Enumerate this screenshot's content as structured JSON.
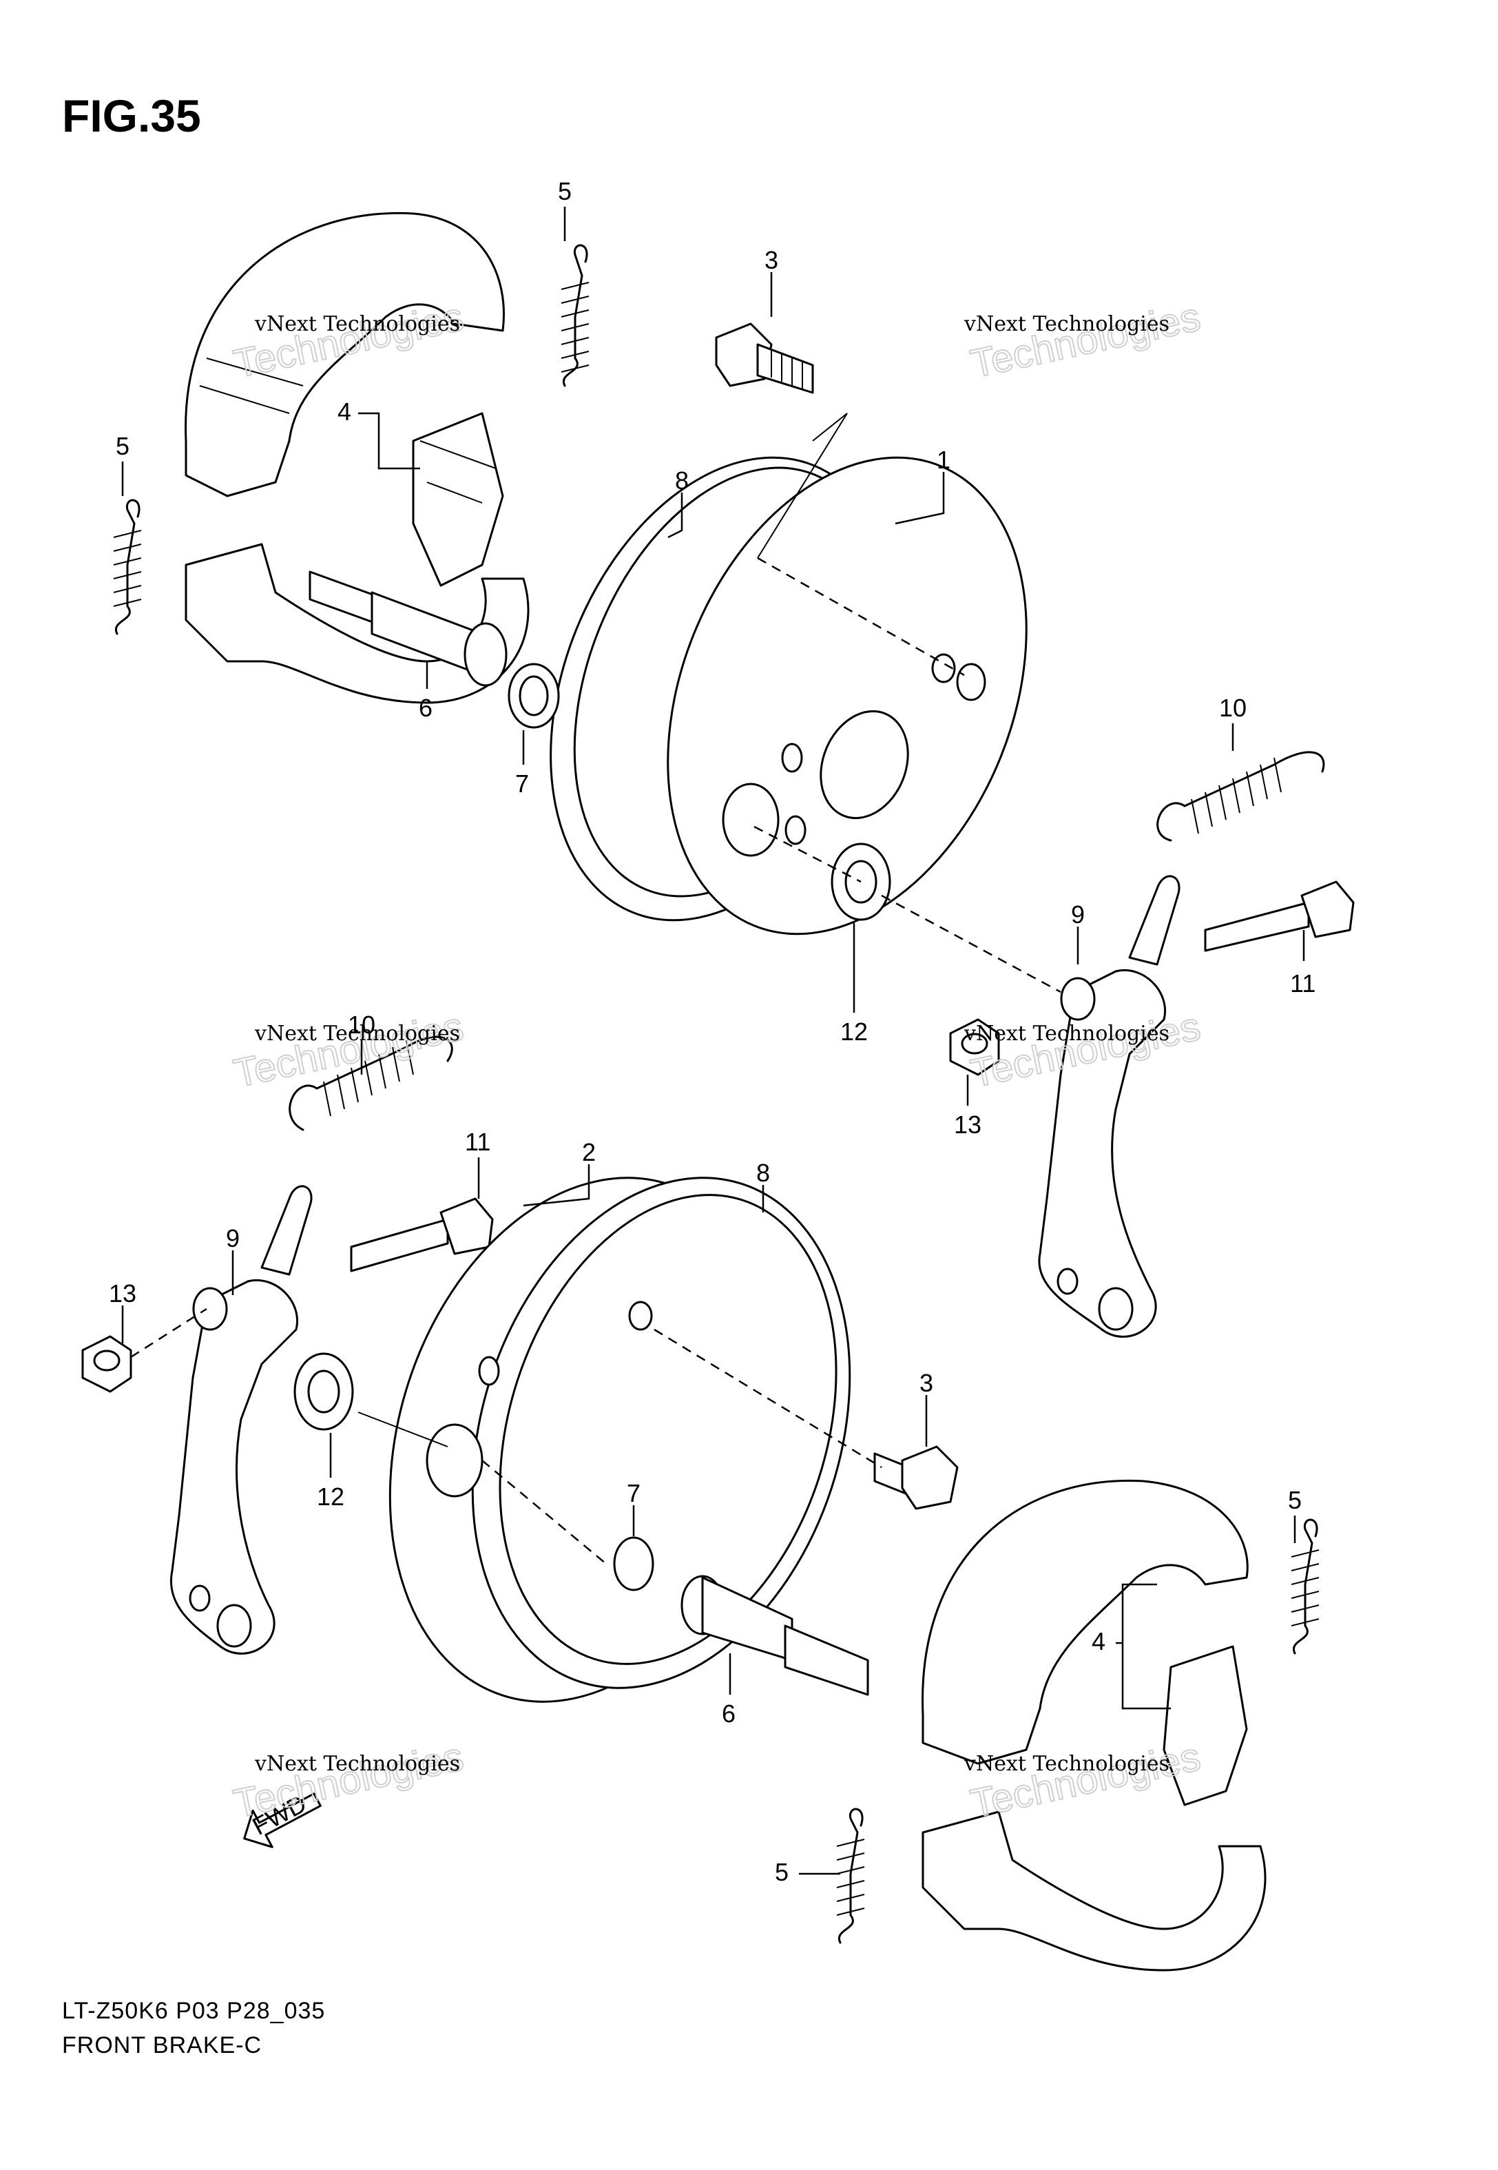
{
  "figure": {
    "title": "FIG.35",
    "model_code": "LT-Z50K6 P03 P28_035",
    "name": "FRONT BRAKE-C"
  },
  "watermark": {
    "line1": "vNext Technologies",
    "line2": "Technologies"
  },
  "fwd_arrow_label": "FWD",
  "callouts": [
    {
      "id": "c1",
      "label": "1"
    },
    {
      "id": "c2",
      "label": "2"
    },
    {
      "id": "c3a",
      "label": "3"
    },
    {
      "id": "c3b",
      "label": "3"
    },
    {
      "id": "c4a",
      "label": "4"
    },
    {
      "id": "c4b",
      "label": "4"
    },
    {
      "id": "c5a",
      "label": "5"
    },
    {
      "id": "c5b",
      "label": "5"
    },
    {
      "id": "c5c",
      "label": "5"
    },
    {
      "id": "c5d",
      "label": "5"
    },
    {
      "id": "c6a",
      "label": "6"
    },
    {
      "id": "c6b",
      "label": "6"
    },
    {
      "id": "c7a",
      "label": "7"
    },
    {
      "id": "c7b",
      "label": "7"
    },
    {
      "id": "c8a",
      "label": "8"
    },
    {
      "id": "c8b",
      "label": "8"
    },
    {
      "id": "c9a",
      "label": "9"
    },
    {
      "id": "c9b",
      "label": "9"
    },
    {
      "id": "c10a",
      "label": "10"
    },
    {
      "id": "c10b",
      "label": "10"
    },
    {
      "id": "c11a",
      "label": "11"
    },
    {
      "id": "c11b",
      "label": "11"
    },
    {
      "id": "c12a",
      "label": "12"
    },
    {
      "id": "c12b",
      "label": "12"
    },
    {
      "id": "c13a",
      "label": "13"
    },
    {
      "id": "c13b",
      "label": "13"
    }
  ]
}
